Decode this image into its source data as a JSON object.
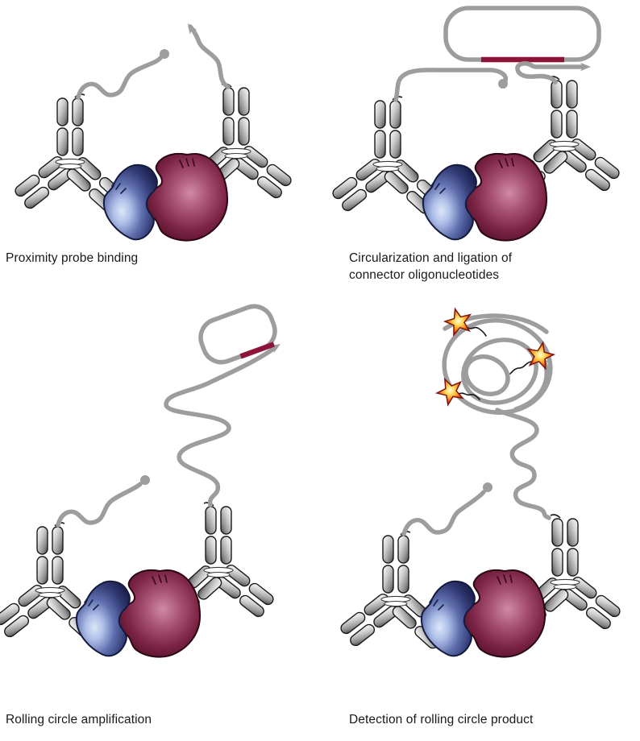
{
  "figure": {
    "background": "#ffffff",
    "panels": [
      {
        "id": "proximity-probe-binding",
        "caption": "Proximity probe binding"
      },
      {
        "id": "circularization-and-ligation",
        "caption": "Circularization and ligation of\nconnector oligonucleotides"
      },
      {
        "id": "rolling-circle-amplification",
        "caption": "Rolling circle amplification"
      },
      {
        "id": "detection-of-rolling-circle-product",
        "caption": "Detection of rolling circle product"
      }
    ],
    "colors": {
      "dna_strand": "#9d9d9d",
      "connector_oligo_segment": "#8e1338",
      "antibody_outline": "#1a1a1a",
      "antibody_fill_mid": "#cfcfcf",
      "protein_a_mid": "#5f6fae",
      "protein_a_highlight": "#dde7f8",
      "protein_a_edge": "#1d2350",
      "protein_b_mid": "#7d2547",
      "protein_b_highlight": "#cf8aa3",
      "protein_b_edge": "#3a081a",
      "fluorophore_core": "#fffbe2",
      "fluorophore_mid": "#ff9525",
      "fluorophore_edge": "#a8200c",
      "caption_text": "#191919"
    },
    "icons": [
      "antibody-icon",
      "dna-strand",
      "dna-circle-icon",
      "connector-oligo-segment",
      "probe-end-dot",
      "probe-arrowhead",
      "fluorophore-star-icon",
      "rolling-circle-product-coil"
    ]
  }
}
